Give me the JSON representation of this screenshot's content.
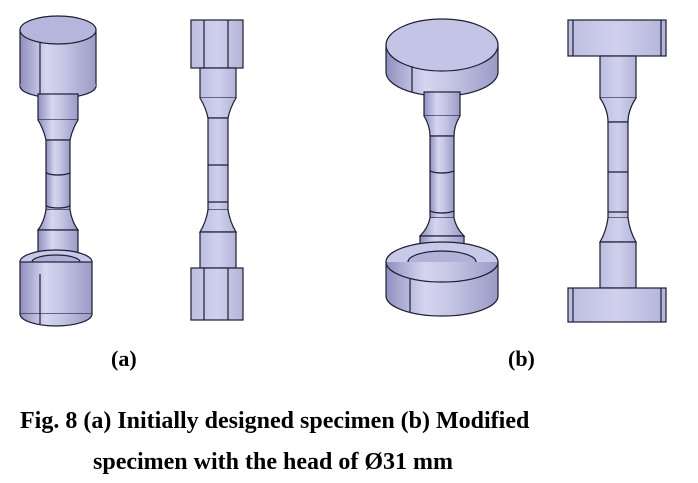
{
  "figure": {
    "panels": [
      {
        "label": "(a)"
      },
      {
        "label": "(b)"
      }
    ],
    "caption": {
      "line1": "Fig. 8 (a) Initially designed specimen (b) Modified",
      "line2": "specimen with the head of Ø31 mm"
    }
  },
  "colors": {
    "body_light": "#d2d2ee",
    "body_mid": "#b9b9dc",
    "body_dark": "#8e8ebc",
    "edge": "#1d1d33",
    "background": "#ffffff"
  }
}
